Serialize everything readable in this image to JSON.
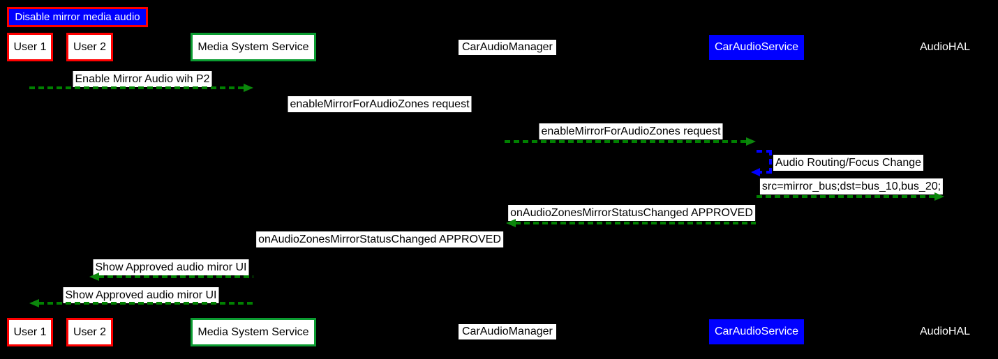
{
  "title": {
    "text": "Disable mirror media audio"
  },
  "participants": {
    "user1": {
      "label": "User 1"
    },
    "user2": {
      "label": "User 2"
    },
    "media_system_service": {
      "label": "Media System Service"
    },
    "car_audio_manager": {
      "label": "CarAudioManager"
    },
    "car_audio_service": {
      "label": "CarAudioService"
    },
    "audio_hal": {
      "label": "AudioHAL"
    }
  },
  "messages": [
    {
      "label": "Enable Mirror Audio wih P2",
      "from": "user1",
      "to": "media_system_service",
      "line": "green-dashed",
      "arrow_visible": true
    },
    {
      "label": "enableMirrorForAudioZones request",
      "from": "media_system_service",
      "to": "car_audio_manager",
      "line": "green-dashed",
      "arrow_visible": false
    },
    {
      "label": "enableMirrorForAudioZones request",
      "from": "car_audio_manager",
      "to": "car_audio_service",
      "line": "green-dashed",
      "arrow_visible": true
    },
    {
      "label": "Audio Routing/Focus Change",
      "from": "car_audio_service",
      "to": "car_audio_service",
      "line": "blue-dashed-self-loop",
      "arrow_visible": true
    },
    {
      "label": "src=mirror_bus;dst=bus_10,bus_20;",
      "from": "car_audio_service",
      "to": "audio_hal",
      "line": "green-dashed",
      "arrow_visible": true
    },
    {
      "label": "onAudioZonesMirrorStatusChanged APPROVED",
      "from": "car_audio_service",
      "to": "car_audio_manager",
      "line": "green-dashed",
      "arrow_visible": true
    },
    {
      "label": "onAudioZonesMirrorStatusChanged APPROVED",
      "from": "car_audio_manager",
      "to": "media_system_service",
      "line": "green-dashed",
      "arrow_visible": false
    },
    {
      "label": "Show Approved audio miror UI",
      "from": "media_system_service",
      "to": "user2",
      "line": "green-dashed",
      "arrow_visible": true
    },
    {
      "label": "Show Approved audio miror UI",
      "from": "media_system_service",
      "to": "user1",
      "line": "green-dashed",
      "arrow_visible": true
    }
  ],
  "colors": {
    "background": "#000000",
    "arrow_green": "#008000",
    "self_loop_blue": "#0000ff",
    "red_border": "#ff0000",
    "green_border": "#0b9c31",
    "title_bg": "#0000ff",
    "car_audio_service_bg": "#0000ff",
    "label_bg": "#ffffff"
  }
}
